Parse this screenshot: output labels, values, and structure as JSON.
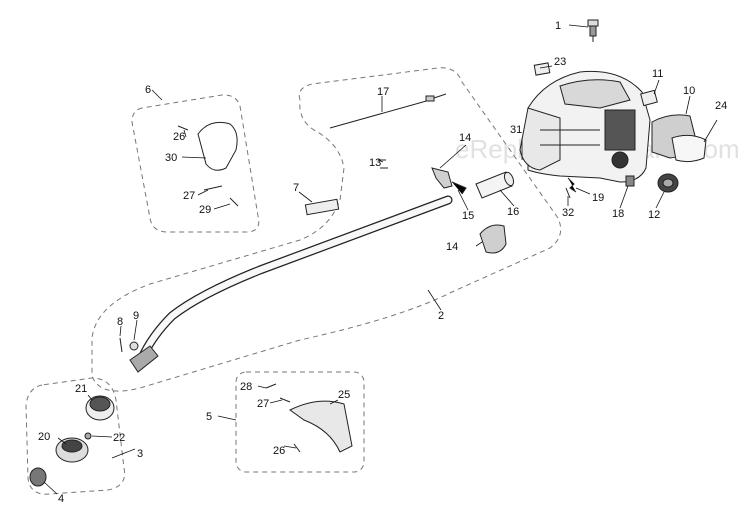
{
  "watermark": "eReplacementParts.com",
  "callouts": [
    {
      "id": "c1",
      "text": "1"
    },
    {
      "id": "c2",
      "text": "2"
    },
    {
      "id": "c3",
      "text": "3"
    },
    {
      "id": "c4",
      "text": "4"
    },
    {
      "id": "c5",
      "text": "5"
    },
    {
      "id": "c6",
      "text": "6"
    },
    {
      "id": "c7",
      "text": "7"
    },
    {
      "id": "c8",
      "text": "8"
    },
    {
      "id": "c9",
      "text": "9"
    },
    {
      "id": "c10",
      "text": "10"
    },
    {
      "id": "c11",
      "text": "11"
    },
    {
      "id": "c12",
      "text": "12"
    },
    {
      "id": "c13",
      "text": "13"
    },
    {
      "id": "c14a",
      "text": "14"
    },
    {
      "id": "c14b",
      "text": "14"
    },
    {
      "id": "c15",
      "text": "15"
    },
    {
      "id": "c16",
      "text": "16"
    },
    {
      "id": "c17",
      "text": "17"
    },
    {
      "id": "c18",
      "text": "18"
    },
    {
      "id": "c19",
      "text": "19"
    },
    {
      "id": "c20",
      "text": "20"
    },
    {
      "id": "c21",
      "text": "21"
    },
    {
      "id": "c22",
      "text": "22"
    },
    {
      "id": "c23",
      "text": "23"
    },
    {
      "id": "c24",
      "text": "24"
    },
    {
      "id": "c25",
      "text": "25"
    },
    {
      "id": "c26a",
      "text": "26"
    },
    {
      "id": "c26b",
      "text": "26"
    },
    {
      "id": "c27a",
      "text": "27"
    },
    {
      "id": "c27b",
      "text": "27"
    },
    {
      "id": "c28",
      "text": "28"
    },
    {
      "id": "c29",
      "text": "29"
    },
    {
      "id": "c30",
      "text": "30"
    },
    {
      "id": "c31",
      "text": "31"
    },
    {
      "id": "c32",
      "text": "32"
    }
  ]
}
